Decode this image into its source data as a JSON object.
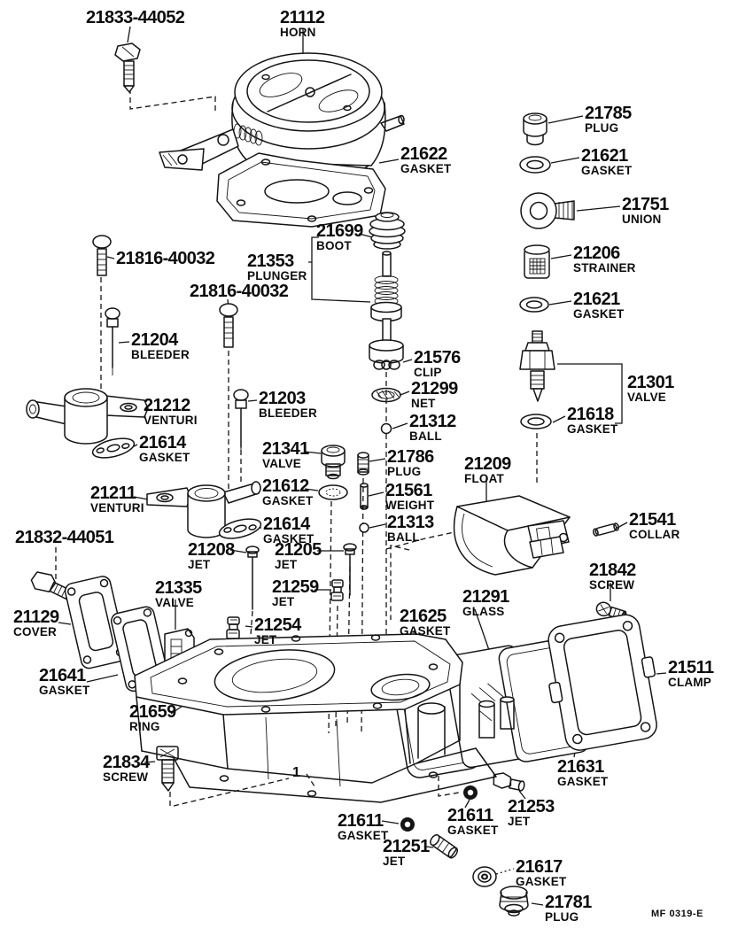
{
  "diagram": {
    "footer_code": "MF 0319-E",
    "body_callout": "1",
    "ink_color": "#141414",
    "background_color": "#ffffff"
  },
  "labels": [
    {
      "number": "21833-44052",
      "name": ""
    },
    {
      "number": "21112",
      "name": "HORN"
    },
    {
      "number": "21622",
      "name": "GASKET"
    },
    {
      "number": "21785",
      "name": "PLUG"
    },
    {
      "number": "21621",
      "name": "GASKET"
    },
    {
      "number": "21751",
      "name": "UNION"
    },
    {
      "number": "21206",
      "name": "STRAINER"
    },
    {
      "number": "21621",
      "name": "GASKET"
    },
    {
      "number": "21301",
      "name": "VALVE"
    },
    {
      "number": "21618",
      "name": "GASKET"
    },
    {
      "number": "21816-40032",
      "name": ""
    },
    {
      "number": "21816-40032",
      "name": ""
    },
    {
      "number": "21204",
      "name": "BLEEDER"
    },
    {
      "number": "21212",
      "name": "VENTURI"
    },
    {
      "number": "21614",
      "name": "GASKET"
    },
    {
      "number": "21203",
      "name": "BLEEDER"
    },
    {
      "number": "21341",
      "name": "VALVE"
    },
    {
      "number": "21612",
      "name": "GASKET"
    },
    {
      "number": "21211",
      "name": "VENTURI"
    },
    {
      "number": "21614",
      "name": "GASKET"
    },
    {
      "number": "21699",
      "name": "BOOT"
    },
    {
      "number": "21353",
      "name": "PLUNGER"
    },
    {
      "number": "21576",
      "name": "CLIP"
    },
    {
      "number": "21299",
      "name": "NET"
    },
    {
      "number": "21312",
      "name": "BALL"
    },
    {
      "number": "21786",
      "name": "PLUG"
    },
    {
      "number": "21561",
      "name": "WEIGHT"
    },
    {
      "number": "21313",
      "name": "BALL"
    },
    {
      "number": "21209",
      "name": "FLOAT"
    },
    {
      "number": "21541",
      "name": "COLLAR"
    },
    {
      "number": "21842",
      "name": "SCREW"
    },
    {
      "number": "21291",
      "name": "GLASS"
    },
    {
      "number": "21625",
      "name": "GASKET"
    },
    {
      "number": "21511",
      "name": "CLAMP"
    },
    {
      "number": "21631",
      "name": "GASKET"
    },
    {
      "number": "21832-44051",
      "name": ""
    },
    {
      "number": "21129",
      "name": "COVER"
    },
    {
      "number": "21641",
      "name": "GASKET"
    },
    {
      "number": "21335",
      "name": "VALVE"
    },
    {
      "number": "21659",
      "name": "RING"
    },
    {
      "number": "21208",
      "name": "JET"
    },
    {
      "number": "21205",
      "name": "JET"
    },
    {
      "number": "21259",
      "name": "JET"
    },
    {
      "number": "21254",
      "name": "JET"
    },
    {
      "number": "21834",
      "name": "SCREW"
    },
    {
      "number": "21611",
      "name": "GASKET"
    },
    {
      "number": "21611",
      "name": "GASKET"
    },
    {
      "number": "21253",
      "name": "JET"
    },
    {
      "number": "21251",
      "name": "JET"
    },
    {
      "number": "21617",
      "name": "GASKET"
    },
    {
      "number": "21781",
      "name": "PLUG"
    }
  ]
}
